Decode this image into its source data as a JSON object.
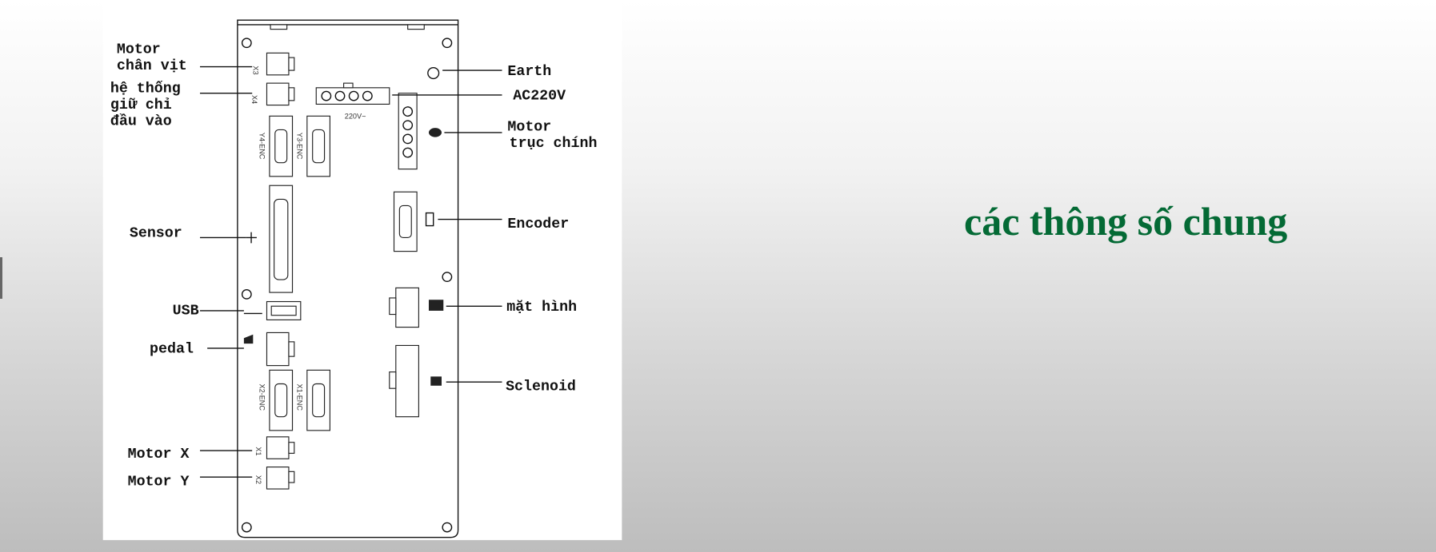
{
  "slide": {
    "title": "các thông số chung",
    "title_color": "#046a35"
  },
  "diagram": {
    "left_labels": {
      "motor_chan_vit_1": "Motor",
      "motor_chan_vit_2": "chân vịt",
      "he_thong_1": "hệ thống",
      "he_thong_2": "giữ chỉ",
      "he_thong_3": "đầu vào",
      "sensor": "Sensor",
      "usb": "USB",
      "pedal": "pedal",
      "motor_x": "Motor X",
      "motor_y": "Motor Y"
    },
    "right_labels": {
      "earth": "Earth",
      "ac220v": "AC220V",
      "motor_truc_chinh_1": "Motor",
      "motor_truc_chinh_2": "trục chính",
      "encoder": "Encoder",
      "mat_hinh": "mặt hình",
      "solenoid": "Sclenoid"
    },
    "board_marks": {
      "x3": "X3",
      "x4": "X4",
      "power": "220V~",
      "y4_enc": "Y4-ENC",
      "y3_enc": "Y3-ENC",
      "x2_enc": "X2-ENC",
      "x1_enc": "X1-ENC",
      "x1": "X1",
      "x2": "X2"
    }
  }
}
